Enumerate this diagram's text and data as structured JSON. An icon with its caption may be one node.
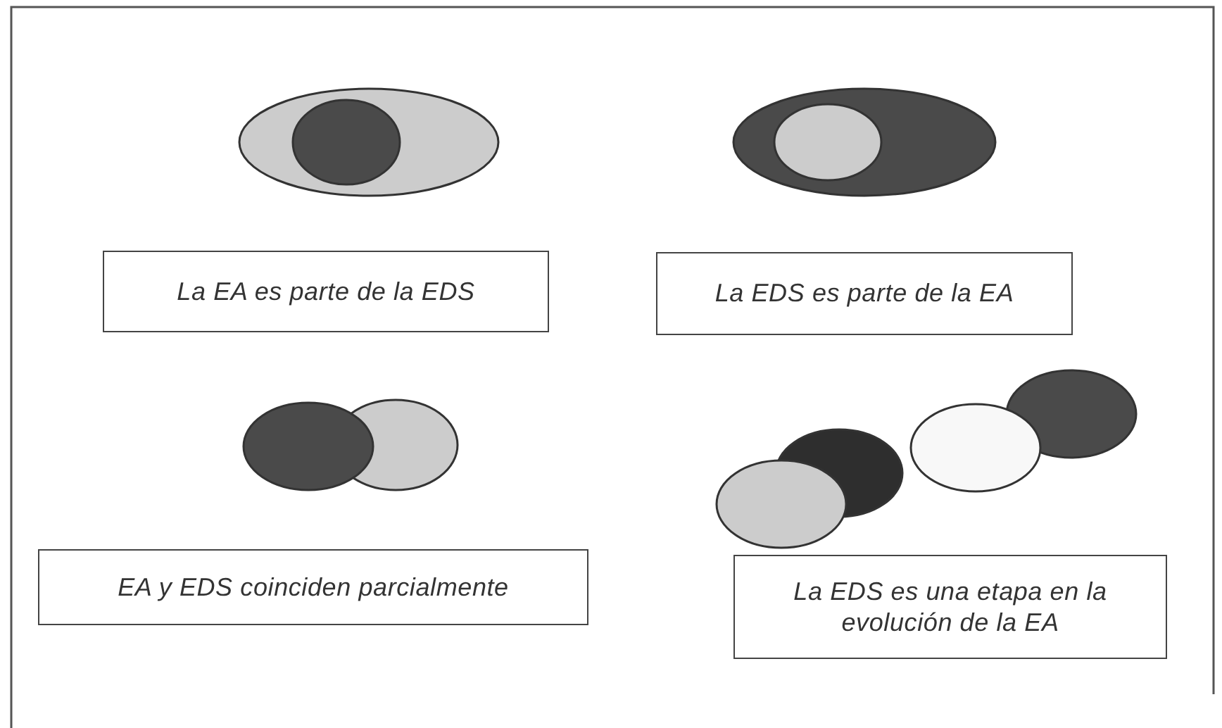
{
  "diagram": {
    "nodes": [
      {
        "text": [
          "La EA es parte de la EDS"
        ]
      },
      {
        "text": [
          "La EDS es parte de la EA"
        ]
      },
      {
        "text": [
          "EA y EDS coinciden parcialmente"
        ]
      },
      {
        "text": [
          "La EDS es una etapa en la evolución de la EA"
        ]
      }
    ]
  }
}
